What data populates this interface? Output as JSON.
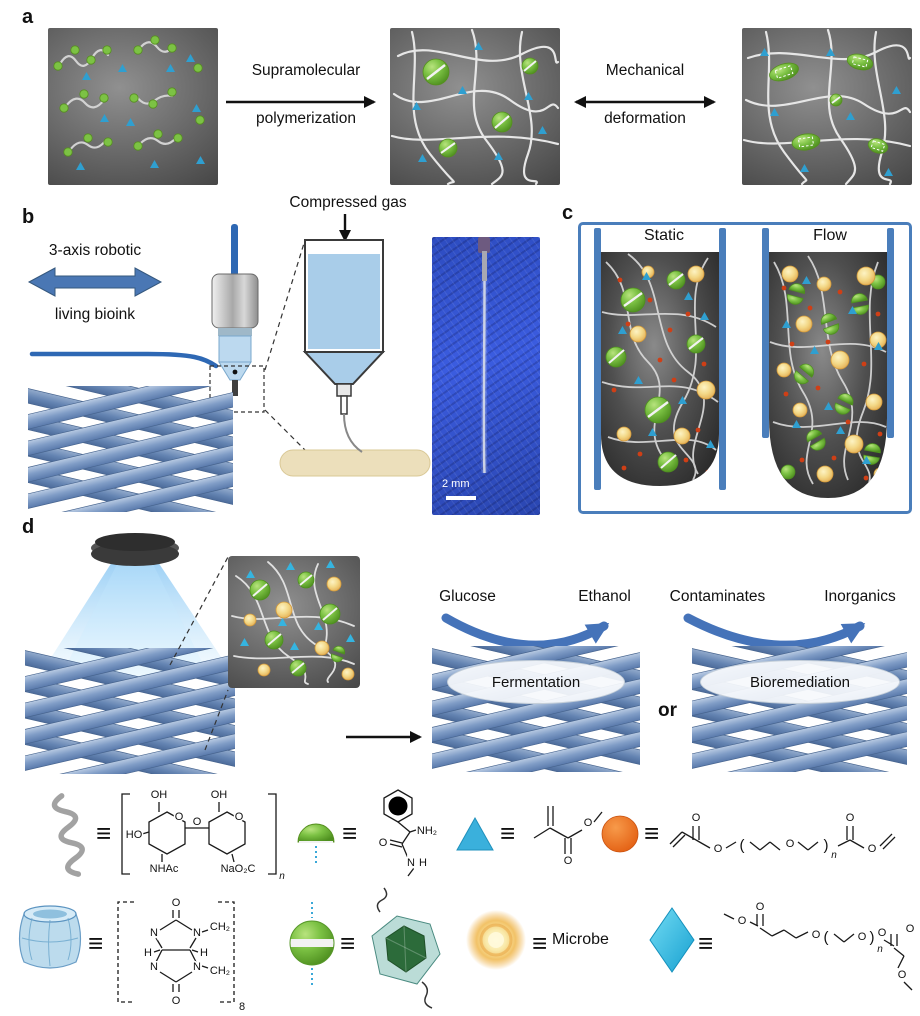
{
  "colors": {
    "accent_blue": "#4573b9",
    "frame_blue": "#4a7ebb",
    "guest_green": "#6cb33a",
    "crosslinker_cyan": "#35a8d8",
    "peg_orange": "#ee6f1e",
    "microbe_yellow": "#f0c060",
    "monomer_red": "#cf3f16",
    "rod_blue": "#7e9ac2"
  },
  "panel_a": {
    "label": "a",
    "arrow1_top": "Supramolecular",
    "arrow1_bottom": "polymerization",
    "arrow2_top": "Mechanical",
    "arrow2_bottom": "deformation"
  },
  "panel_b": {
    "label": "b",
    "compressed_gas": "Compressed gas",
    "axis_label": "3-axis robotic",
    "bioink_label": "living bioink",
    "scale_bar": "2 mm"
  },
  "panel_c": {
    "label": "c",
    "left_title": "Static",
    "right_title": "Flow"
  },
  "panel_d": {
    "label": "d",
    "substrate1": "Glucose",
    "product1": "Ethanol",
    "process1": "Fermentation",
    "conjunction": "or",
    "substrate2": "Contaminates",
    "product2": "Inorganics",
    "process2": "Bioremediation"
  },
  "legend": {
    "equiv": "≡",
    "microbe": "Microbe",
    "chem": {
      "saccharide": [
        "OH",
        "O",
        "HO",
        "O",
        "OH",
        "O",
        "NHAc",
        "NaO₂C",
        "n"
      ],
      "phenylalanine": [
        "NH₂",
        "O",
        "N",
        "H"
      ],
      "methacrylate": [
        "O",
        "O"
      ],
      "pegda": [
        "O",
        "O",
        "(",
        "O",
        ")",
        "n",
        "O",
        "O"
      ],
      "cucurbituril": [
        "O",
        "N",
        "N",
        "CH₂",
        "H",
        "H",
        "N",
        "N",
        "CH₂",
        "O",
        "8"
      ],
      "crosslinker": [
        "O",
        "O",
        "O",
        "(",
        "O",
        ")",
        "n",
        "O",
        "O",
        "O"
      ]
    }
  }
}
